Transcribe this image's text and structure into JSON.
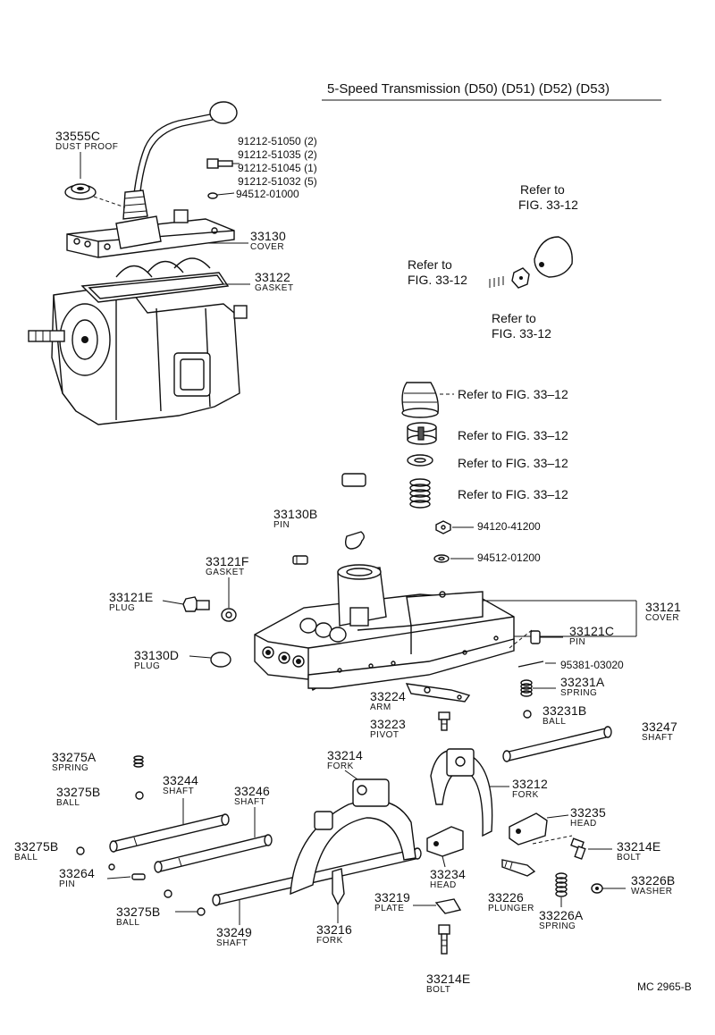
{
  "title": "5-Speed Transmission (D50) (D51) (D52) (D53)",
  "footer_code": "MC  2965-B",
  "refs": {
    "r1": "Refer to",
    "r1b": "FIG. 33-12",
    "r2": "Refer to",
    "r2b": "FIG. 33-12",
    "r3": "Refer to",
    "r3b": "FIG. 33-12",
    "r4": "Refer to FIG. 33–12",
    "r5": "Refer to FIG. 33–12",
    "r6": "Refer to FIG. 33–12",
    "r7": "Refer to FIG. 33–12"
  },
  "bolts_top": [
    "91212-51050 (2)",
    "91212-51035 (2)",
    "91212-51045 (1)",
    "91212-51032 (5)"
  ],
  "parts": {
    "p33555c": {
      "num": "33555C",
      "name": "DUST PROOF"
    },
    "p94512a": {
      "num": "94512-01000"
    },
    "p33130": {
      "num": "33130",
      "name": "COVER"
    },
    "p33122": {
      "num": "33122",
      "name": "GASKET"
    },
    "p94120": {
      "num": "94120-41200"
    },
    "p94512b": {
      "num": "94512-01200"
    },
    "p33130b": {
      "num": "33130B",
      "name": "PIN"
    },
    "p33121f": {
      "num": "33121F",
      "name": "GASKET"
    },
    "p33121e": {
      "num": "33121E",
      "name": "PLUG"
    },
    "p33121": {
      "num": "33121",
      "name": "COVER"
    },
    "p33121c": {
      "num": "33121C",
      "name": "PIN"
    },
    "p33130d": {
      "num": "33130D",
      "name": "PLUG"
    },
    "p95381": {
      "num": "95381-03020"
    },
    "p33231a": {
      "num": "33231A",
      "name": "SPRING"
    },
    "p33224": {
      "num": "33224",
      "name": "ARM"
    },
    "p33231b": {
      "num": "33231B",
      "name": "BALL"
    },
    "p33223": {
      "num": "33223",
      "name": "PIVOT"
    },
    "p33247": {
      "num": "33247",
      "name": "SHAFT"
    },
    "p33275a": {
      "num": "33275A",
      "name": "SPRING"
    },
    "p33214": {
      "num": "33214",
      "name": "FORK"
    },
    "p33212": {
      "num": "33212",
      "name": "FORK"
    },
    "p33244": {
      "num": "33244",
      "name": "SHAFT"
    },
    "p33275b1": {
      "num": "33275B",
      "name": "BALL"
    },
    "p33246": {
      "num": "33246",
      "name": "SHAFT"
    },
    "p33235": {
      "num": "33235",
      "name": "HEAD"
    },
    "p33275b2": {
      "num": "33275B",
      "name": "BALL"
    },
    "p33214e1": {
      "num": "33214E",
      "name": "BOLT"
    },
    "p33234": {
      "num": "33234",
      "name": "HEAD"
    },
    "p33264": {
      "num": "33264",
      "name": "PIN"
    },
    "p33226b": {
      "num": "33226B",
      "name": "WASHER"
    },
    "p33219": {
      "num": "33219",
      "name": "PLATE"
    },
    "p33226": {
      "num": "33226",
      "name": "PLUNGER"
    },
    "p33275b3": {
      "num": "33275B",
      "name": "BALL"
    },
    "p33249": {
      "num": "33249",
      "name": "SHAFT"
    },
    "p33216": {
      "num": "33216",
      "name": "FORK"
    },
    "p33226a": {
      "num": "33226A",
      "name": "SPRING"
    },
    "p33214e2": {
      "num": "33214E",
      "name": "BOLT"
    }
  }
}
